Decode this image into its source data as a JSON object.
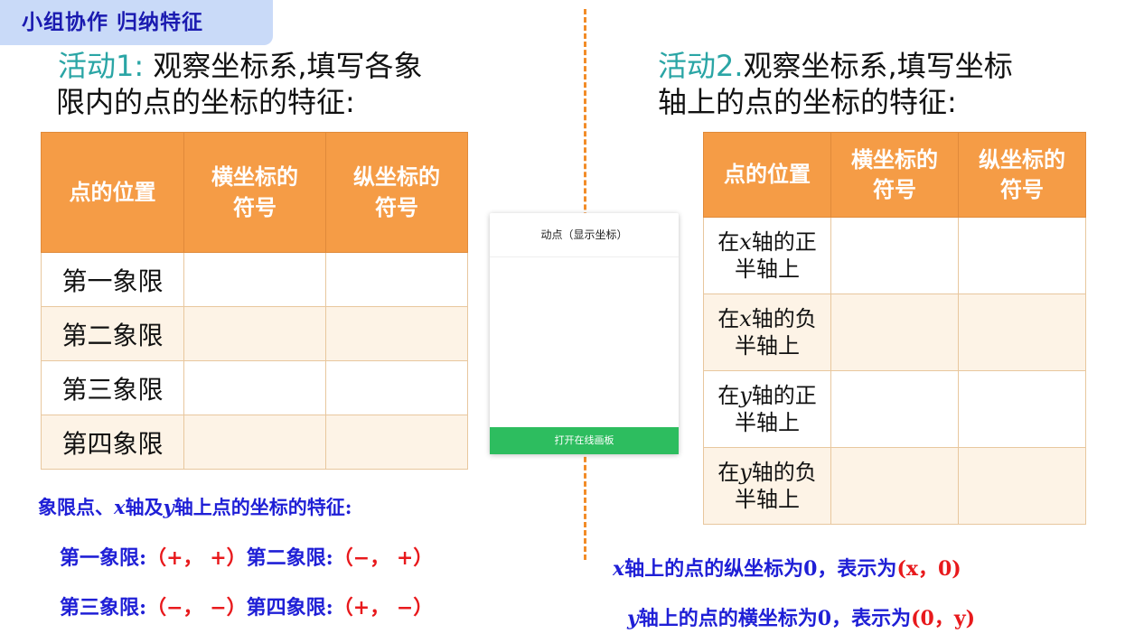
{
  "badge": "小组协作 归纳特征",
  "activity1": {
    "prefix": "活动1: ",
    "line1": "观察坐标系,填写各象",
    "line2": "限内的点的坐标的特征:"
  },
  "activity2": {
    "prefix": "活动2.",
    "line1": "观察坐标系,填写坐标",
    "line2": "轴上的点的坐标的特征:"
  },
  "table1": {
    "headers": [
      "点的位置",
      "横坐标的符号",
      "纵坐标的符号"
    ],
    "header_lines": [
      [
        "点的位置"
      ],
      [
        "横坐标的",
        "符号"
      ],
      [
        "纵坐标的",
        "符号"
      ]
    ],
    "rows": [
      "第一象限",
      "第二象限",
      "第三象限",
      "第四象限"
    ]
  },
  "table2": {
    "header_lines": [
      [
        "点的位置"
      ],
      [
        "横坐标的",
        "符号"
      ],
      [
        "纵坐标的",
        "符号"
      ]
    ],
    "rows": [
      {
        "pre": "在",
        "var": "x",
        "post": "轴的正",
        "line2": "半轴上"
      },
      {
        "pre": "在",
        "var": "x",
        "post": "轴的负",
        "line2": "半轴上"
      },
      {
        "pre": "在",
        "var": "y",
        "post": "轴的正",
        "line2": "半轴上"
      },
      {
        "pre": "在",
        "var": "y",
        "post": "轴的负",
        "line2": "半轴上"
      }
    ]
  },
  "panel": {
    "title": "动点（显示坐标）",
    "button": "打开在线画板"
  },
  "summary": {
    "title_a": "象限点、",
    "title_x": "x",
    "title_b": "轴及",
    "title_y": "y",
    "title_c": "轴上点的坐标的特征:",
    "q1_label": "第一象限:",
    "q1_value": "（+， +）",
    "q2_label": "第二象限:",
    "q2_value": "（−， +）",
    "q3_label": "第三象限:",
    "q3_value": "（−， −）",
    "q4_label": "第四象限:",
    "q4_value": "（+， −）"
  },
  "axis_notes": {
    "x_var": "x",
    "x_text": "轴上的点的纵坐标为0，表示为",
    "x_value": "(x，0)",
    "y_var": "y",
    "y_text": "轴上的点的横坐标为0，表示为",
    "y_value": "(0，y)"
  },
  "colors": {
    "header_orange": "#f59c46",
    "divider_orange": "#f28c28",
    "badge_blue": "#c9daf8",
    "accent_teal": "#2aa5a5",
    "note_blue": "#1f1fd6",
    "note_red": "#e8191c",
    "button_green": "#2dbd5f"
  }
}
